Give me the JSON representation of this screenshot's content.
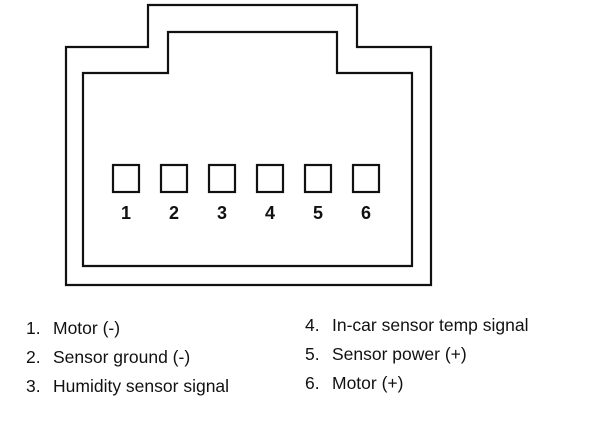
{
  "pins": [
    {
      "number": "1",
      "label": "Motor (-)"
    },
    {
      "number": "2",
      "label": "Sensor ground (-)"
    },
    {
      "number": "3",
      "label": "Humidity sensor signal"
    },
    {
      "number": "4",
      "label": "In-car sensor temp signal"
    },
    {
      "number": "5",
      "label": "Sensor power (+)"
    },
    {
      "number": "6",
      "label": "Motor (+)"
    }
  ],
  "legend_left": [
    {
      "num": "1.",
      "text": "Motor (-)"
    },
    {
      "num": "2.",
      "text": "Sensor ground (-)"
    },
    {
      "num": "3.",
      "text": "Humidity sensor signal"
    }
  ],
  "legend_right": [
    {
      "num": "4.",
      "text": "In-car sensor temp signal"
    },
    {
      "num": "5.",
      "text": "Sensor power (+)"
    },
    {
      "num": "6.",
      "text": "Motor (+)"
    }
  ]
}
